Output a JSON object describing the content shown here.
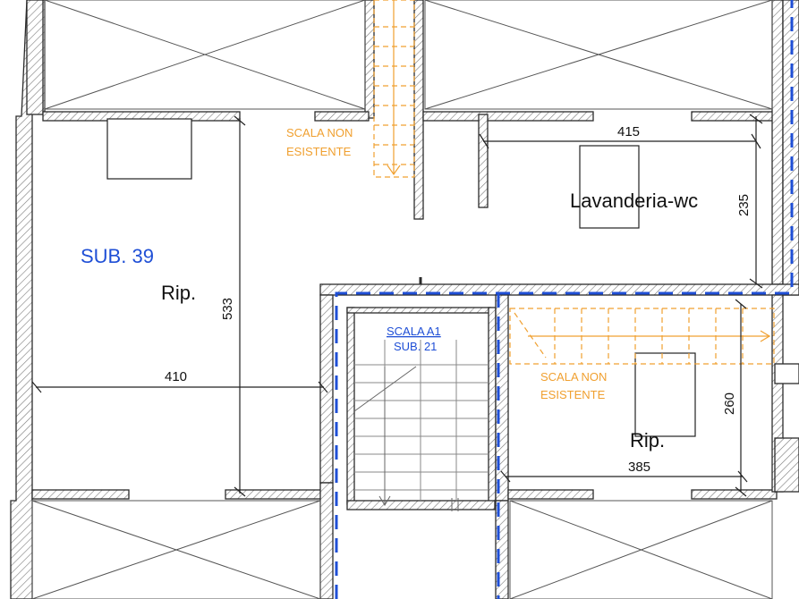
{
  "labels": {
    "sub39": "SUB. 39",
    "rip_left": "Rip.",
    "rip_right": "Rip.",
    "lavanderia": "Lavanderia-wc",
    "scala_a1": "SCALA A1",
    "sub21": "SUB. 21",
    "scala_non_top_line1": "SCALA NON",
    "scala_non_top_line2": "ESISTENTE",
    "scala_non_right_line1": "SCALA NON",
    "scala_non_right_line2": "ESISTENTE"
  },
  "dimensions": {
    "dim_415": "415",
    "dim_235": "235",
    "dim_533": "533",
    "dim_410": "410",
    "dim_260": "260",
    "dim_385": "385"
  },
  "colors": {
    "wall": "#3a3a3a",
    "hatch": "#8a8a8a",
    "text": "#111111",
    "blue": "#1f4fd6",
    "orange": "#f0a030",
    "dimension": "#222222"
  }
}
